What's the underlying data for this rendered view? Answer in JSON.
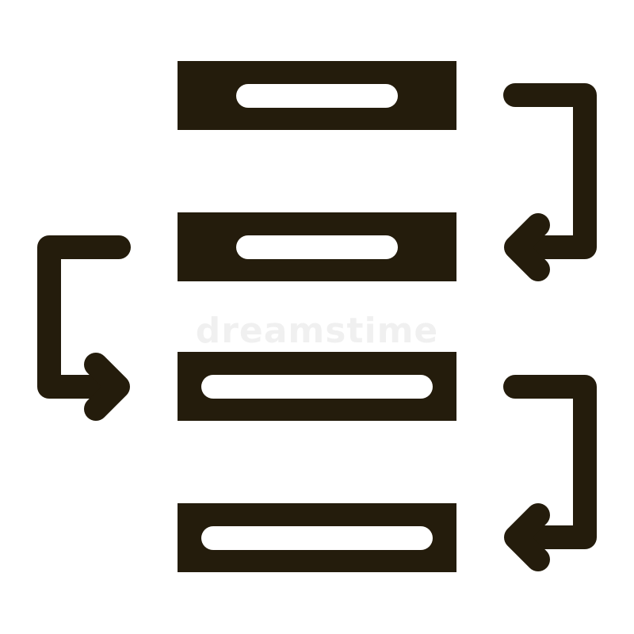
{
  "colors": {
    "ink": "#241c0c",
    "background": "#ffffff",
    "slot": "#ffffff"
  },
  "diagram": {
    "icon_name": "process-flow-icon",
    "blocks": [
      {
        "id": "block-1",
        "slot": "short"
      },
      {
        "id": "block-2",
        "slot": "short"
      },
      {
        "id": "block-3",
        "slot": "long"
      },
      {
        "id": "block-4",
        "slot": "long"
      }
    ],
    "arrows": [
      {
        "id": "arrow-1-to-2",
        "side": "right",
        "from": "block-1",
        "to": "block-2"
      },
      {
        "id": "arrow-2-to-3",
        "side": "left",
        "from": "block-2",
        "to": "block-3"
      },
      {
        "id": "arrow-3-to-4",
        "side": "right",
        "from": "block-3",
        "to": "block-4"
      }
    ]
  },
  "watermark": {
    "text": "dreamstime"
  }
}
